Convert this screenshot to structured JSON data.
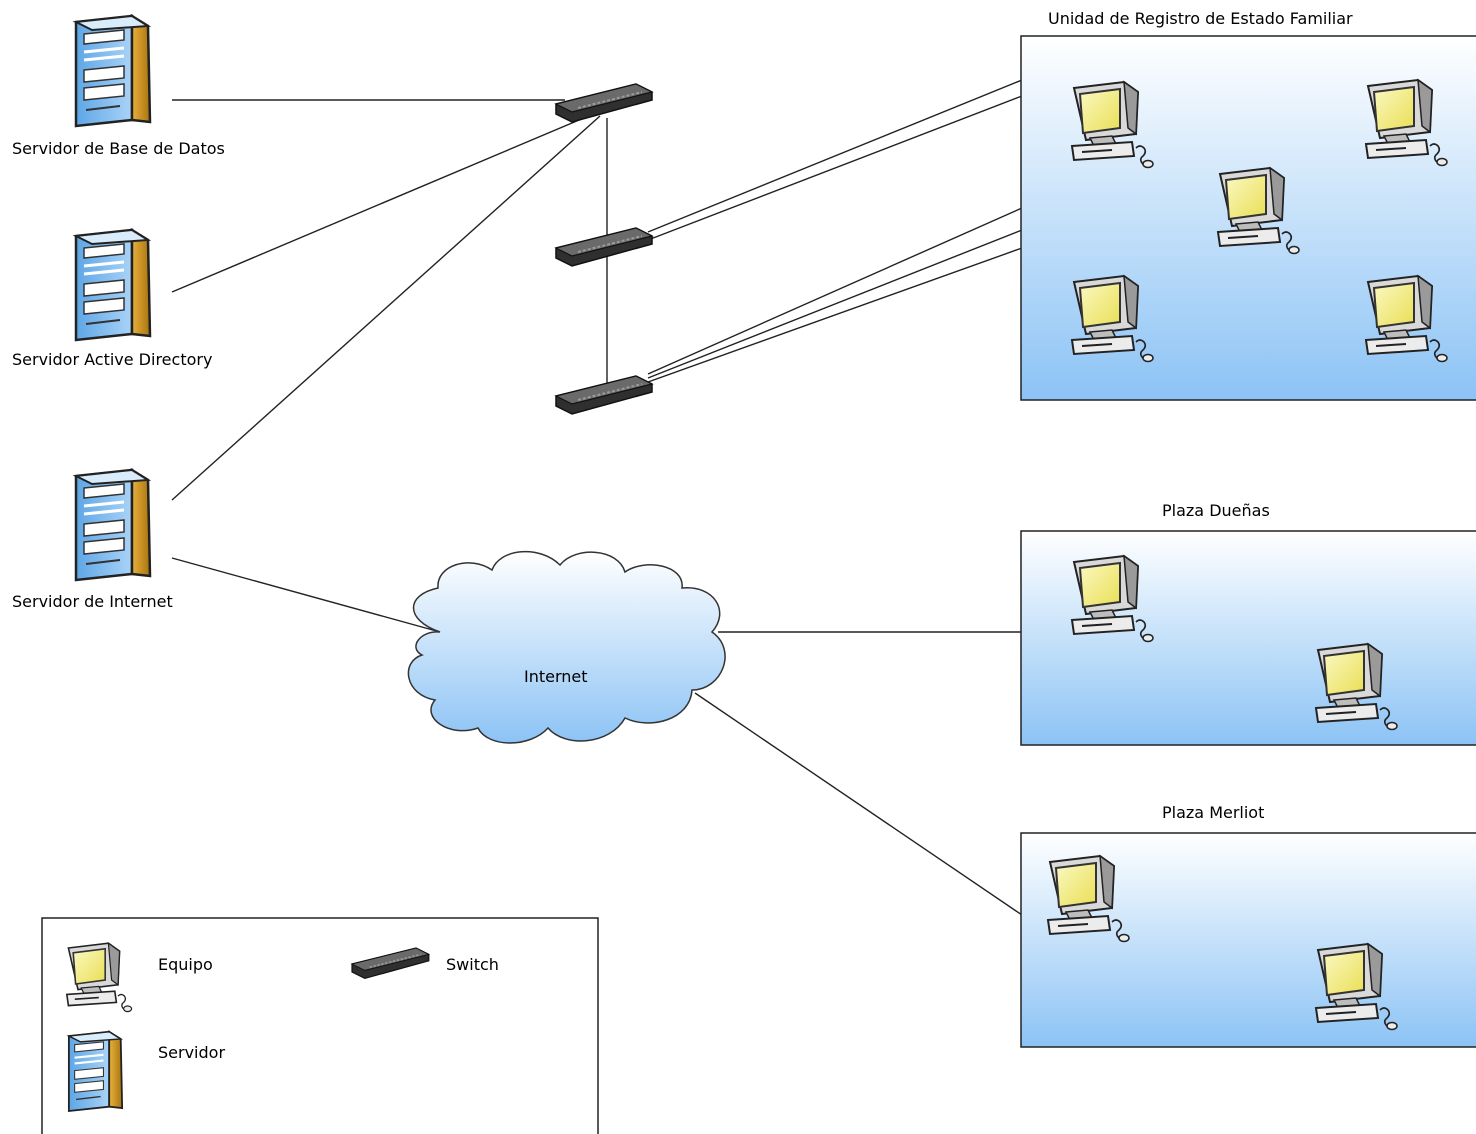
{
  "servers": [
    {
      "id": "db",
      "label": "Servidor de Base de Datos"
    },
    {
      "id": "ad",
      "label": "Servidor Active Directory"
    },
    {
      "id": "inet",
      "label": "Servidor de Internet"
    }
  ],
  "cloud": {
    "label": "Internet"
  },
  "zones": [
    {
      "id": "unidad",
      "title": "Unidad de Registro de Estado Familiar",
      "computers": 5
    },
    {
      "id": "duenas",
      "title": "Plaza Dueñas",
      "computers": 2
    },
    {
      "id": "merliot",
      "title": "Plaza Merliot",
      "computers": 2
    }
  ],
  "switches": 3,
  "legend": {
    "equipo": "Equipo",
    "switch": "Switch",
    "servidor": "Servidor"
  },
  "colors": {
    "zone_top": "#ffffff",
    "zone_bottom": "#8cc3f5",
    "monitor_screen": "#f4ef8e",
    "monitor_body": "#ececec",
    "server_front": "#8fc4f2",
    "server_side": "#c8901e",
    "switch": "#3b3b3b",
    "line": "#222222"
  }
}
